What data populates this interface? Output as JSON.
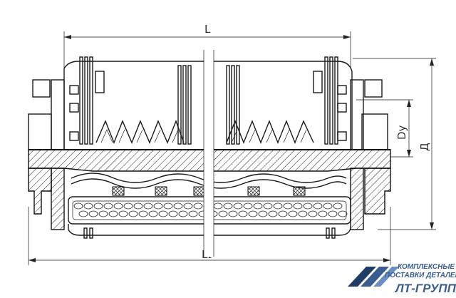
{
  "dimensions": {
    "overall_length": "L",
    "total_length": "L₁",
    "nominal_diameter": "Dy",
    "outer_diameter": "Д"
  },
  "logo": {
    "line1": "КОМПЛЕКСНЫЕ",
    "line2": "ПОСТАВКИ ДЕТАЛЕЙ",
    "brand": "ЛТ-ГРУПП",
    "primary_color": "#3a5d8f",
    "accent_color": "#1f3d66"
  }
}
